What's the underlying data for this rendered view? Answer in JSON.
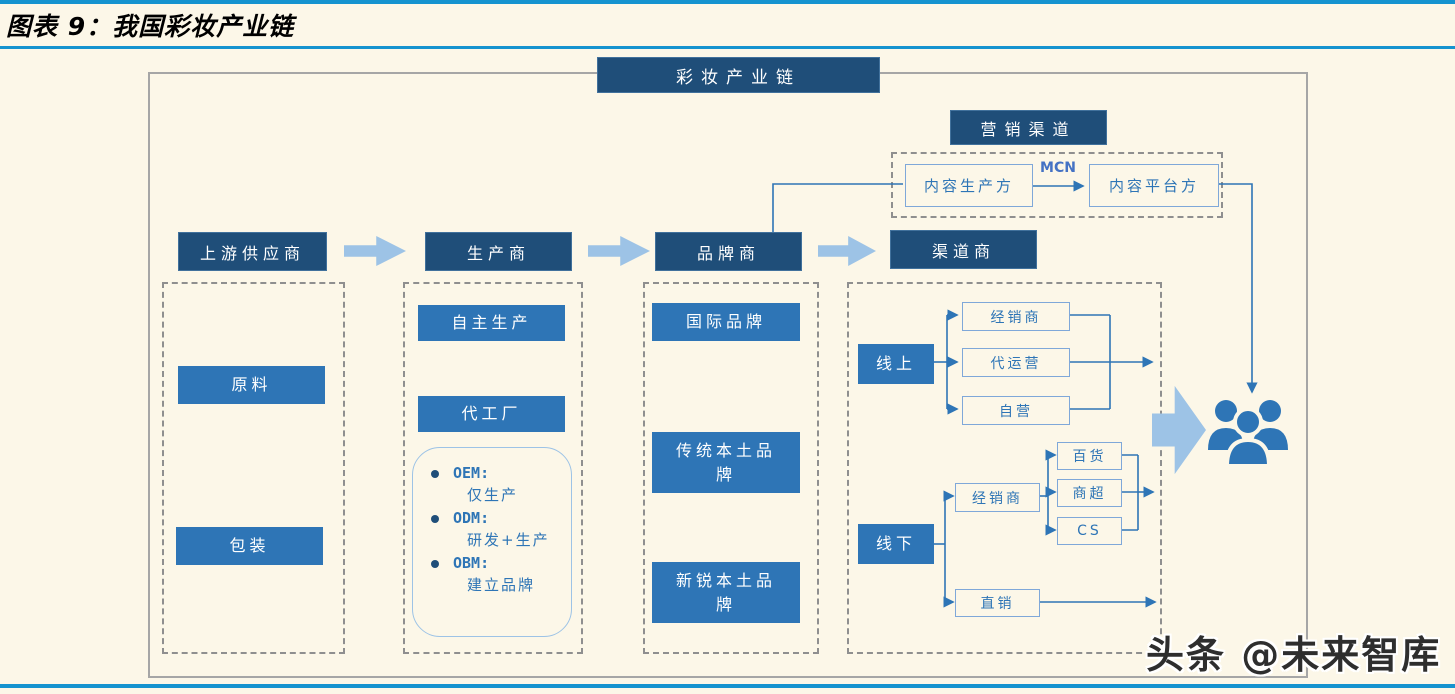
{
  "header": {
    "title": "图表 9：我国彩妆产业链"
  },
  "watermark": {
    "text": "头条 @未来智库"
  },
  "diagram": {
    "title": "彩妆产业链",
    "marketing": {
      "title": "营销渠道",
      "producer": "内容生产方",
      "mcn_label": "MCN",
      "platform": "内容平台方"
    },
    "flow": {
      "upstream": "上游供应商",
      "manufacturer": "生产商",
      "brand": "品牌商",
      "channel": "渠道商"
    },
    "upstream_column": {
      "raw_material": "原料",
      "packaging": "包装"
    },
    "manufacturer_column": {
      "self_production": "自主生产",
      "contract_factory": "代工厂",
      "modes": [
        {
          "label": "OEM:",
          "desc": "仅生产"
        },
        {
          "label": "ODM:",
          "desc": "研发+生产"
        },
        {
          "label": "OBM:",
          "desc": "建立品牌"
        }
      ]
    },
    "brand_column": {
      "international": "国际品牌",
      "traditional_local": "传统本土品牌",
      "emerging_local": "新锐本土品牌"
    },
    "channel_column": {
      "online": "线上",
      "online_channels": [
        "经销商",
        "代运营",
        "自营"
      ],
      "offline": "线下",
      "offline_distributor": "经销商",
      "offline_terminals": [
        "百货",
        "商超",
        "CS"
      ],
      "direct_sales": "直销"
    }
  },
  "colors": {
    "navy": "#1f4e79",
    "blue": "#2e75b6",
    "light_blue": "#9dc3e6",
    "line_blue": "#2e75b6",
    "accent_line": "#1593cf",
    "dashed_border": "#8f8f8f",
    "background": "#fcf7e8"
  }
}
